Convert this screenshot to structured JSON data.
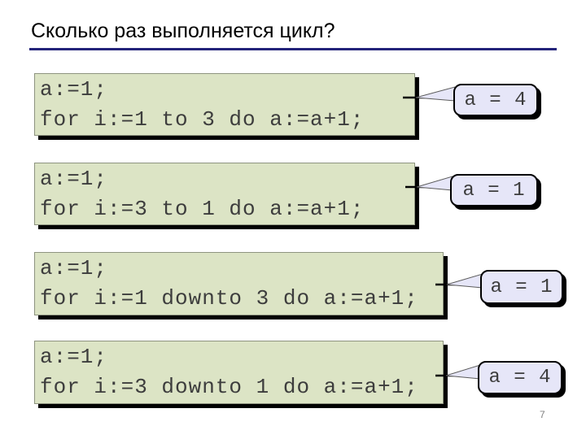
{
  "slide": {
    "title": "Сколько раз выполняется цикл?",
    "page_number": "7"
  },
  "colors": {
    "accent_rule": "#23237a",
    "code_box_bg": "#dce4c5",
    "code_box_border": "#8e9480",
    "callout_bg": "#e6e6f8",
    "code_text": "#3d3d3d",
    "shadow": "#000000"
  },
  "rows": [
    {
      "code_line1": "a:=1;",
      "code_line2": "for i:=1 to 3 do a:=a+1;",
      "answer": "a = 4"
    },
    {
      "code_line1": "a:=1;",
      "code_line2": "for i:=3 to 1 do a:=a+1;",
      "answer": "a = 1"
    },
    {
      "code_line1": "a:=1;",
      "code_line2": "for i:=1 downto 3 do a:=a+1;",
      "answer": "a = 1"
    },
    {
      "code_line1": "a:=1;",
      "code_line2": "for i:=3 downto 1 do a:=a+1;",
      "answer": "a = 4"
    }
  ]
}
